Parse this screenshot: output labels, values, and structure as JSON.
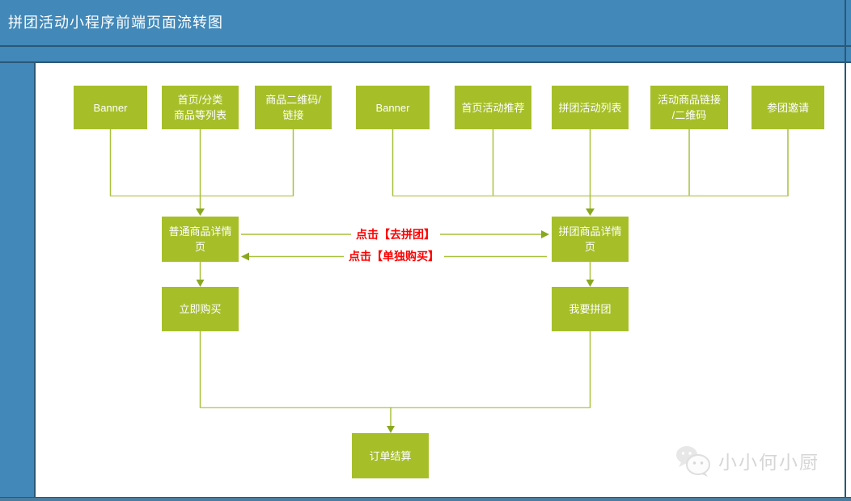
{
  "header": {
    "title": "拼团活动小程序前端页面流转图"
  },
  "colors": {
    "header_blue": "#4288b8",
    "divider_dark": "#2a5876",
    "bottom_rail_blue": "#4a7da0",
    "node_green": "#a6bf29",
    "connector_green": "#a9c13c",
    "bus_green": "#c2cf74",
    "arrowhead_green": "#8aa81f",
    "edge_label_red": "#ff0000",
    "watermark_gray": "#d6d6d6"
  },
  "nodes": {
    "banner_left": {
      "label": "Banner"
    },
    "home_category_list": {
      "label": "首页/分类\n商品等列表"
    },
    "product_qr_link": {
      "label": "商品二维码/\n链接"
    },
    "banner_right": {
      "label": "Banner"
    },
    "home_activity_promo": {
      "label": "首页活动推荐"
    },
    "group_activity_list": {
      "label": "拼团活动列表"
    },
    "activity_product_link": {
      "label": "活动商品链接\n/二维码"
    },
    "join_group_invite": {
      "label": "参团邀请"
    },
    "normal_product_detail": {
      "label": "普通商品详情\n页"
    },
    "group_product_detail": {
      "label": "拼团商品详情\n页"
    },
    "buy_now": {
      "label": "立即购买"
    },
    "want_group_buy": {
      "label": "我要拼团"
    },
    "order_checkout": {
      "label": "订单结算"
    }
  },
  "edge_labels": {
    "go_group_buy": "点击【去拼团】",
    "buy_alone": "点击【单独购买】"
  },
  "watermark": {
    "text": "小小何小厨"
  }
}
